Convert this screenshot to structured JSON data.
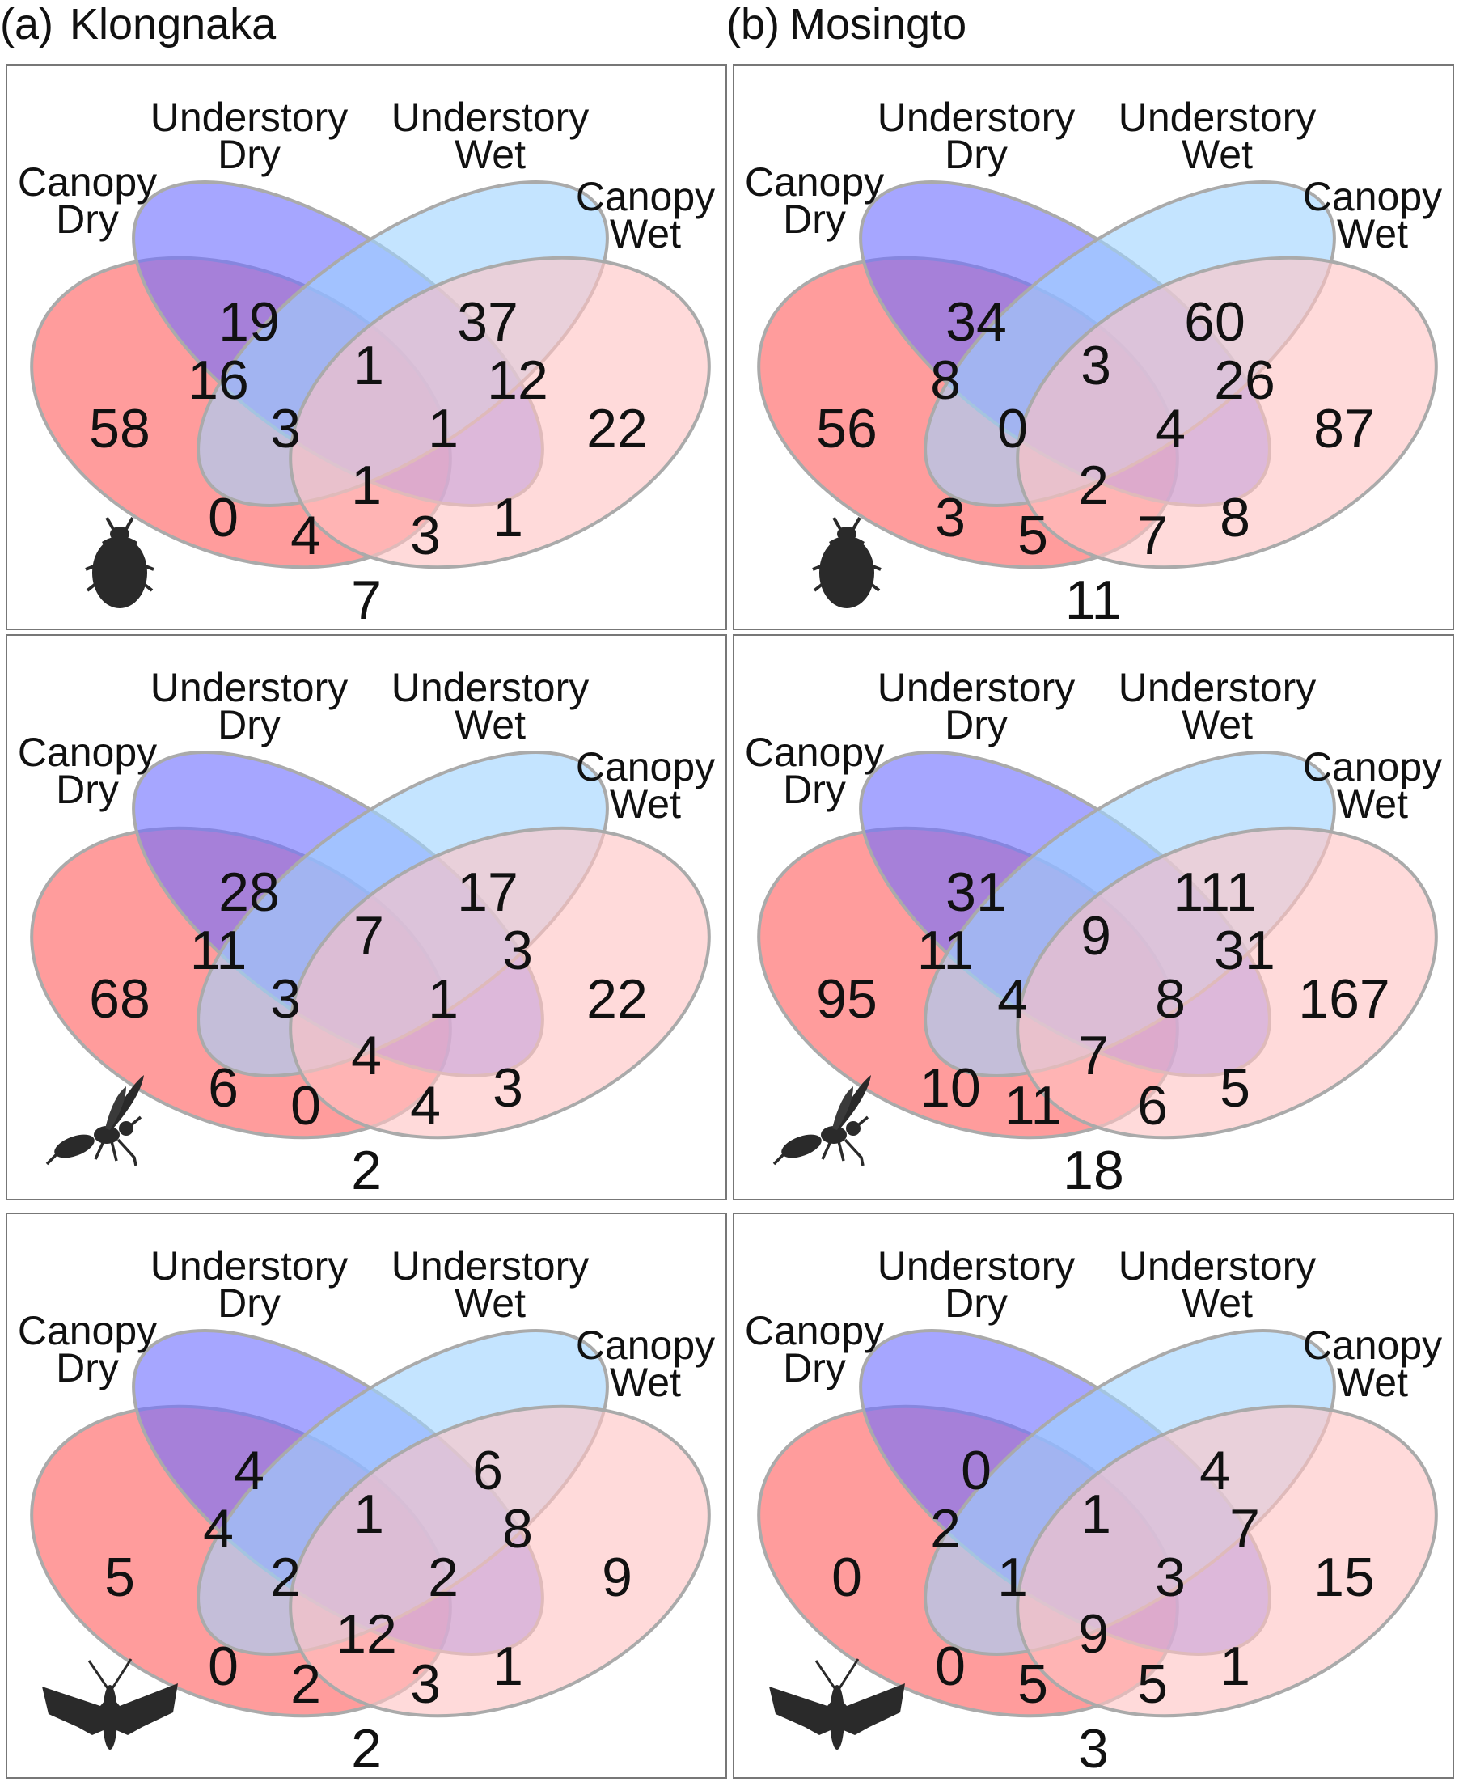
{
  "columns": [
    {
      "tag": "(a)",
      "site": "Klongnaka"
    },
    {
      "tag": "(b)",
      "site": "Mosingto"
    }
  ],
  "set_labels": {
    "canopy_dry": [
      "Canopy",
      "Dry"
    ],
    "understory_dry": [
      "Understory",
      "Dry"
    ],
    "understory_wet": [
      "Understory",
      "Wet"
    ],
    "canopy_wet": [
      "Canopy",
      "Wet"
    ]
  },
  "colors": {
    "canopy_dry": "#ff5f5f",
    "understory_dry": "#6f6fff",
    "understory_wet": "#9fd3ff",
    "canopy_wet": "#ffc4c4",
    "border": "#aaaaaa"
  },
  "icons": [
    "beetle-icon",
    "wasp-icon",
    "moth-icon"
  ],
  "region_order": [
    "CD",
    "UD",
    "UW",
    "CW",
    "CD_UD",
    "UD_UW",
    "UW_CW",
    "CD_UD_UW",
    "UD_UW_CW",
    "ALL",
    "CD_UW",
    "UD_CW",
    "CD_UW_CW",
    "CD_UD_CW",
    "CD_CW"
  ],
  "panels": [
    {
      "row": 0,
      "col": 0,
      "icon": "beetle-icon",
      "counts": {
        "CD": "58",
        "UD": "19",
        "UW": "37",
        "CW": "22",
        "CD_UD": "16",
        "UD_UW": "1",
        "UW_CW": "12",
        "CD_UD_UW": "3",
        "UD_UW_CW": "1",
        "ALL": "1",
        "CD_UW": "0",
        "UD_CW": "1",
        "CD_UW_CW": "4",
        "CD_UD_CW": "3",
        "CD_CW": "7"
      }
    },
    {
      "row": 0,
      "col": 1,
      "icon": "beetle-icon",
      "counts": {
        "CD": "56",
        "UD": "34",
        "UW": "60",
        "CW": "87",
        "CD_UD": "8",
        "UD_UW": "3",
        "UW_CW": "26",
        "CD_UD_UW": "0",
        "UD_UW_CW": "4",
        "ALL": "2",
        "CD_UW": "3",
        "UD_CW": "8",
        "CD_UW_CW": "5",
        "CD_UD_CW": "7",
        "CD_CW": "11"
      }
    },
    {
      "row": 1,
      "col": 0,
      "icon": "wasp-icon",
      "counts": {
        "CD": "68",
        "UD": "28",
        "UW": "17",
        "CW": "22",
        "CD_UD": "11",
        "UD_UW": "7",
        "UW_CW": "3",
        "CD_UD_UW": "3",
        "UD_UW_CW": "1",
        "ALL": "4",
        "CD_UW": "6",
        "UD_CW": "3",
        "CD_UW_CW": "0",
        "CD_UD_CW": "4",
        "CD_CW": "2"
      }
    },
    {
      "row": 1,
      "col": 1,
      "icon": "wasp-icon",
      "counts": {
        "CD": "95",
        "UD": "31",
        "UW": "111",
        "CW": "167",
        "CD_UD": "11",
        "UD_UW": "9",
        "UW_CW": "31",
        "CD_UD_UW": "4",
        "UD_UW_CW": "8",
        "ALL": "7",
        "CD_UW": "10",
        "UD_CW": "5",
        "CD_UW_CW": "11",
        "CD_UD_CW": "6",
        "CD_CW": "18"
      }
    },
    {
      "row": 2,
      "col": 0,
      "icon": "moth-icon",
      "counts": {
        "CD": "5",
        "UD": "4",
        "UW": "6",
        "CW": "9",
        "CD_UD": "4",
        "UD_UW": "1",
        "UW_CW": "8",
        "CD_UD_UW": "2",
        "UD_UW_CW": "2",
        "ALL": "12",
        "CD_UW": "0",
        "UD_CW": "1",
        "CD_UW_CW": "2",
        "CD_UD_CW": "3",
        "CD_CW": "2"
      }
    },
    {
      "row": 2,
      "col": 1,
      "icon": "moth-icon",
      "counts": {
        "CD": "0",
        "UD": "0",
        "UW": "4",
        "CW": "15",
        "CD_UD": "2",
        "UD_UW": "1",
        "UW_CW": "7",
        "CD_UD_UW": "1",
        "UD_UW_CW": "3",
        "ALL": "9",
        "CD_UW": "0",
        "UD_CW": "1",
        "CD_UW_CW": "5",
        "CD_UD_CW": "5",
        "CD_CW": "3"
      }
    }
  ]
}
